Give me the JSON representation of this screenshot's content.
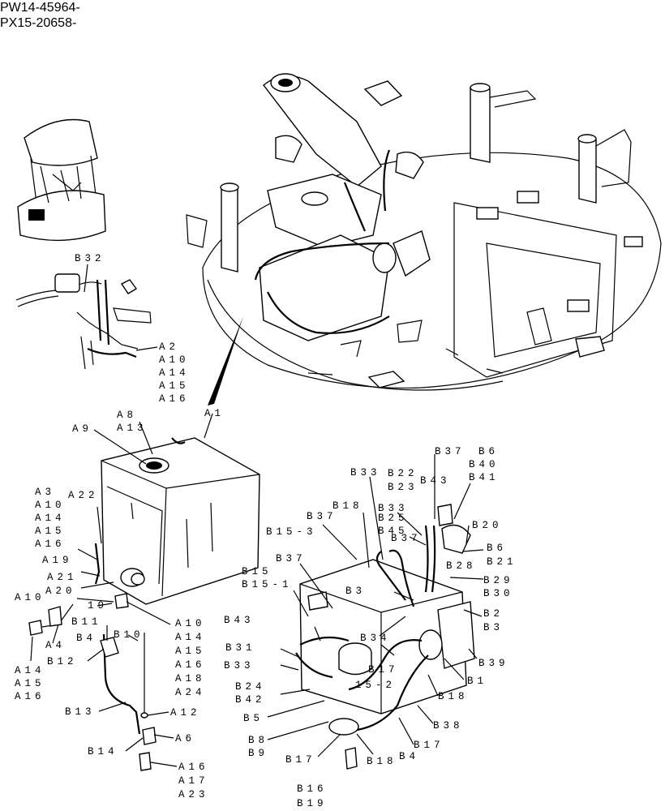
{
  "header": {
    "serial_line_1": "PW14-45964-",
    "serial_line_2": "PX15-20658-"
  },
  "inset_labels": {
    "b32": "B32",
    "a2": "A2",
    "a10_top": "A10",
    "a14_top": "A14",
    "a15_top": "A15",
    "a16_top": "A16"
  },
  "tank_labels": {
    "a1": "A1",
    "a8": "A8",
    "a13": "A13",
    "a9": "A9",
    "a3": "A3",
    "a10_l": "A10",
    "a14_l": "A14",
    "a15_l": "A15",
    "a16_l": "A16",
    "a22": "A22",
    "a19_a": "A19",
    "a21": "A21",
    "a20": "A20",
    "a10_b": "A10",
    "a19_b": "19",
    "a4": "A4",
    "b11": "B11",
    "b10": "B10",
    "a14_bl": "A14",
    "a15_bl": "A15",
    "a16_bl": "A16",
    "b12": "B12",
    "a10_r": "A10",
    "a14_r": "A14",
    "a15_r": "A15",
    "a16_r": "A16",
    "a18_r": "A18",
    "a24_r": "A24",
    "b13": "B13",
    "a12": "A12",
    "b14": "B14",
    "a6": "A6",
    "a16_bot": "A16",
    "a17_bot": "A17",
    "a23_bot": "A23"
  },
  "hose_labels": {
    "b37_top": "B37",
    "b6_top": "B6",
    "b40": "B40",
    "b41": "B41",
    "b33_a": "B33",
    "b22": "B22",
    "b43_top": "B43",
    "b23": "B23",
    "b37_a": "B37",
    "b18_top": "B18",
    "b33_b": "B33",
    "b25": "B25",
    "b45": "B45",
    "b37_b": "B37",
    "b15_3": "B15-3",
    "b20": "B20",
    "b6_r": "B6",
    "b21": "B21",
    "b28": "B28",
    "b37_c": "B37",
    "b15": "B15",
    "b15_1": "B15-1",
    "b3x": "B3",
    "b29": "B29",
    "b30": "B30",
    "b43_l": "B43",
    "b34": "B34",
    "b2": "B2",
    "b3": "B3",
    "b31": "B31",
    "b33_c": "B33",
    "b17_mid": "B17",
    "b39": "B39",
    "b1": "B1",
    "b15_2": "15-2",
    "b24": "B24",
    "b42": "B42",
    "b18_r": "B18",
    "b5": "B5",
    "b38": "B38",
    "b8": "B8",
    "b9": "B9",
    "b17_r": "B17",
    "b4": "B4",
    "b17_bot": "B17",
    "b18_bot": "B18",
    "b16": "B16",
    "b19": "B19"
  }
}
